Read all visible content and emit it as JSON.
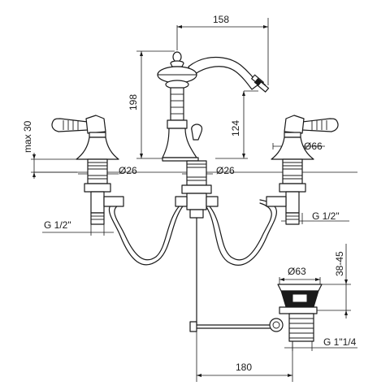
{
  "dimensions": {
    "spout_reach": "158",
    "overall_height": "198",
    "spout_outlet_height": "124",
    "max_deck_thickness": "max 30",
    "center_body_diameter": "Ø26",
    "left_body_diameter": "Ø26",
    "handle_base_diameter": "Ø66",
    "left_connection": "G 1/2\"",
    "right_connection": "G 1/2\"",
    "waste_diameter": "Ø63",
    "waste_range": "38-45",
    "waste_thread": "G 1\"1/4",
    "rod_distance": "180"
  }
}
